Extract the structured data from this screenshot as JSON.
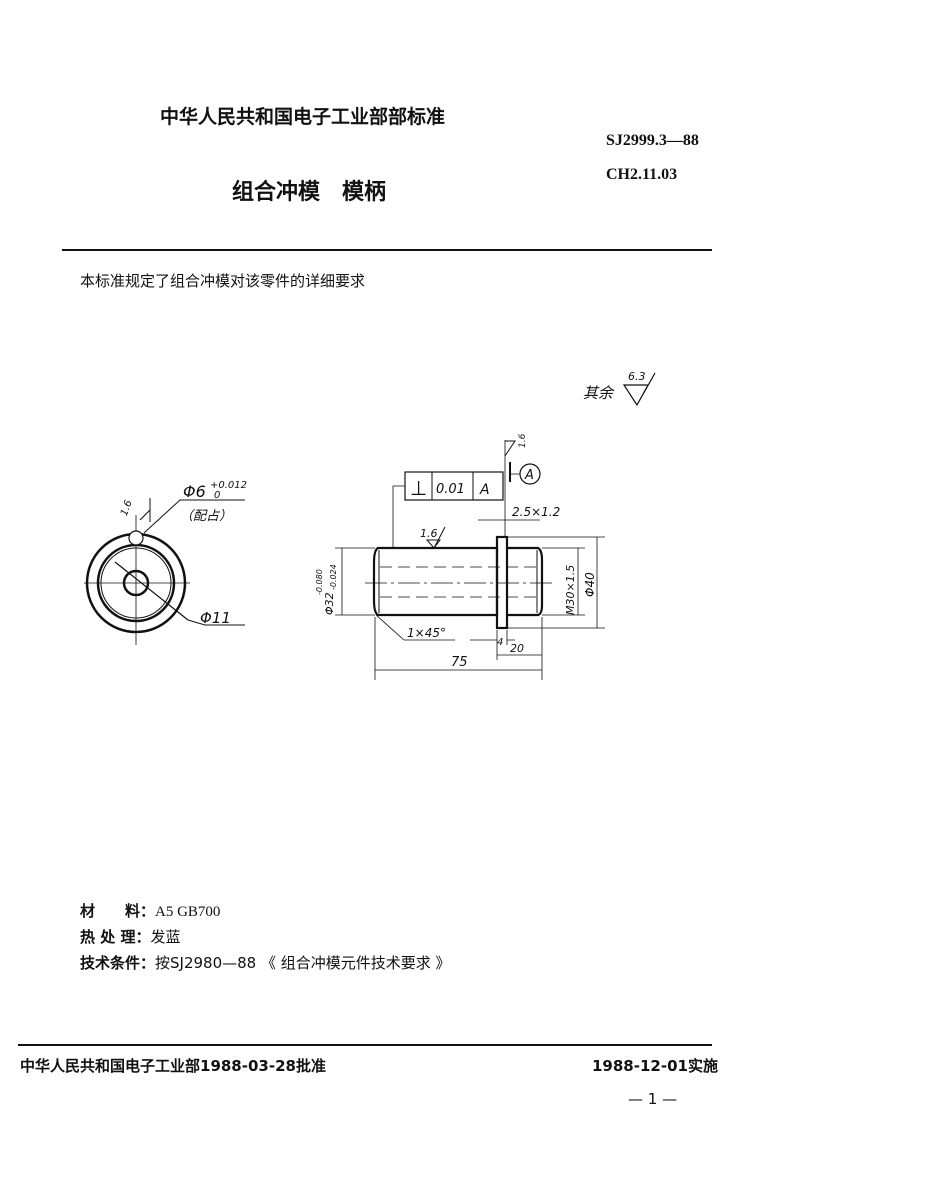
{
  "header": {
    "issuer": "中华人民共和国电子工业部部标准",
    "standard_code": "SJ2999.3—88",
    "classification_code": "CH2.11.03",
    "title": "组合冲模　模柄"
  },
  "intro": "本标准规定了组合冲模对该零件的详细要求",
  "drawing": {
    "surface_remark_label": "其余",
    "surface_remark_value": "6.3",
    "front_view": {
      "roughness": "1.6",
      "hole_dia": "Φ6",
      "hole_tol_upper": "+0.012",
      "hole_tol_lower": "0",
      "hole_note": "（配占）",
      "circle_dia": "Φ11"
    },
    "side_view": {
      "tolerance_symbol": "⊥",
      "tolerance_value": "0.01",
      "tolerance_datum": "A",
      "datum_label": "A",
      "roughness_top": "1.6",
      "roughness_shank": "1.6",
      "undercut": "2.5×1.2",
      "shank_dia": "Φ32",
      "shank_tol_upper": "-0.080",
      "shank_tol_lower": "-0.024",
      "chamfer": "1×45°",
      "thread": "M30×1.5",
      "flange_dia": "Φ40",
      "flange_thickness": "4",
      "thread_length": "20",
      "total_length": "75"
    }
  },
  "specs": [
    {
      "label": "材　　料：",
      "value": "A5  GB700"
    },
    {
      "label": "热 处 理：",
      "value": "发蓝"
    },
    {
      "label": "技术条件：",
      "value": "按SJ2980—88 《 组合冲模元件技术要求 》"
    }
  ],
  "footer": {
    "approval": "中华人民共和国电子工业部1988-03-28批准",
    "effective": "1988-12-01实施",
    "page": "— 1 —"
  }
}
